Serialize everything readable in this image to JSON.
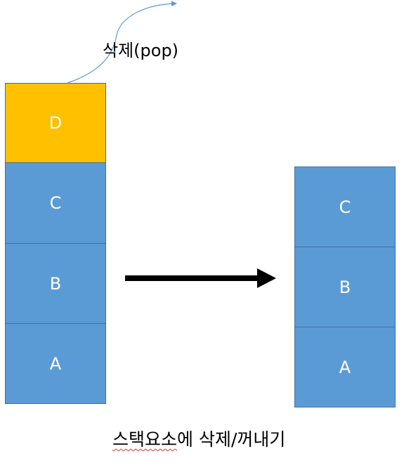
{
  "before_stack": {
    "items": [
      {
        "label": "D",
        "popped": true
      },
      {
        "label": "C",
        "popped": false
      },
      {
        "label": "B",
        "popped": false
      },
      {
        "label": "A",
        "popped": false
      }
    ]
  },
  "after_stack": {
    "items": [
      {
        "label": "C"
      },
      {
        "label": "B"
      },
      {
        "label": "A"
      }
    ]
  },
  "pop_label": "삭제(pop)",
  "caption": {
    "underlined_part": "스택요소",
    "rest": "에 삭제/꺼내기"
  },
  "colors": {
    "cell_fill": "#5b9bd5",
    "cell_border": "#41719c",
    "popped_fill": "#ffc000",
    "pop_curve": "#5b9bd5",
    "arrow": "#000000",
    "spellcheck_underline": "#e03030"
  }
}
